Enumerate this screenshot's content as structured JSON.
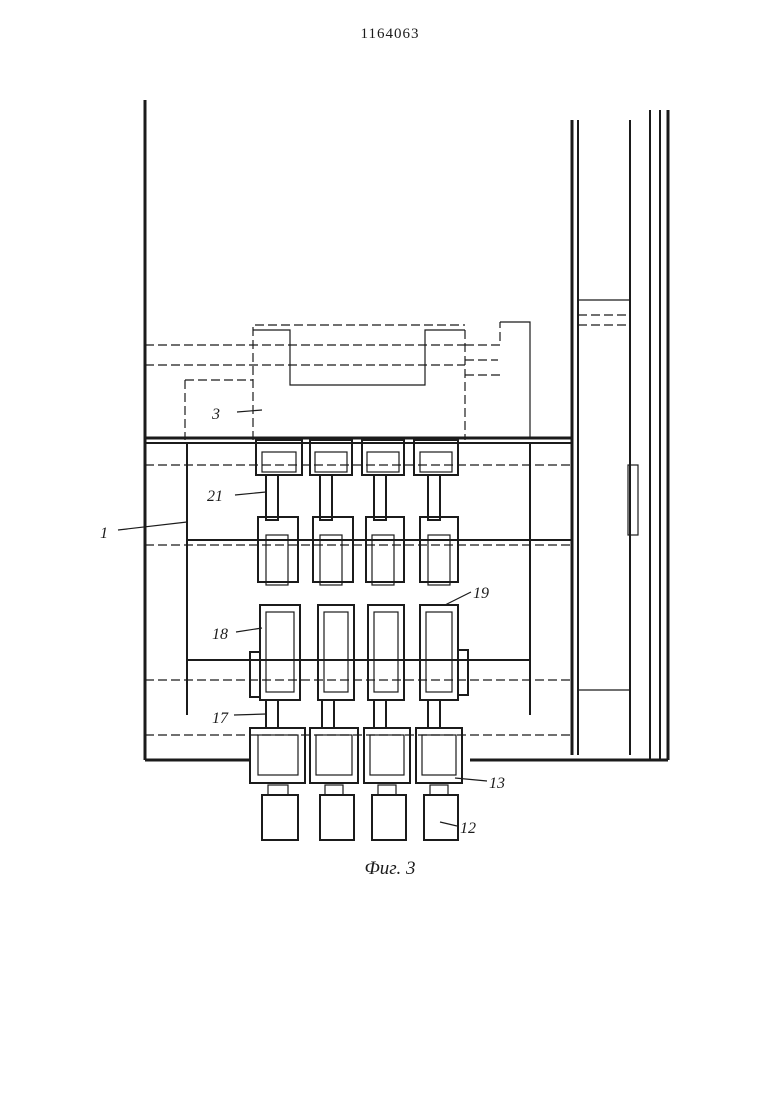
{
  "document": {
    "patent_number": "1164063",
    "figure_caption": "Фиг. 3"
  },
  "labels": {
    "l3": "3",
    "l21": "21",
    "l1": "1",
    "l19": "19",
    "l18": "18",
    "l17": "17",
    "l13": "13",
    "l12": "12"
  }
}
